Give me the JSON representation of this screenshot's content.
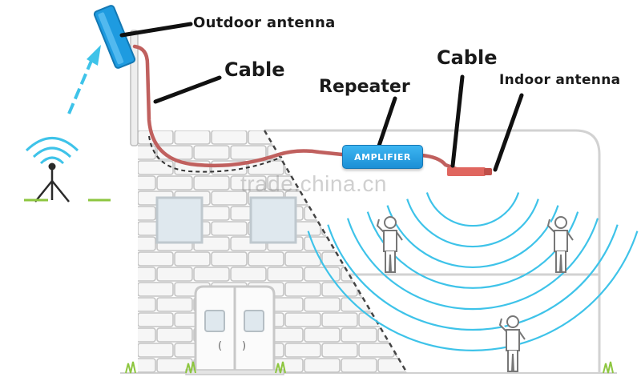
{
  "labels": {
    "outdoor_antenna": "Outdoor antenna",
    "cable_1": "Cable",
    "repeater": "Repeater",
    "cable_2": "Cable",
    "indoor_antenna": "Indoor antenna"
  },
  "amplifier": {
    "label": "AMPLIFIER"
  },
  "watermark": "trade.china.cn",
  "colors": {
    "cable": "#c0605e",
    "antenna": "#1e9be0",
    "signal": "#3ec3e9",
    "building_outline": "#d2d2d2",
    "brick_fill": "#f6f6f6",
    "window_fill": "#dfe8ee",
    "grass": "#8dc63f"
  },
  "icons": [
    "signal-tower-icon",
    "outdoor-antenna-icon",
    "amplifier-box",
    "indoor-antenna-icon",
    "person-icon",
    "grass-icon"
  ]
}
